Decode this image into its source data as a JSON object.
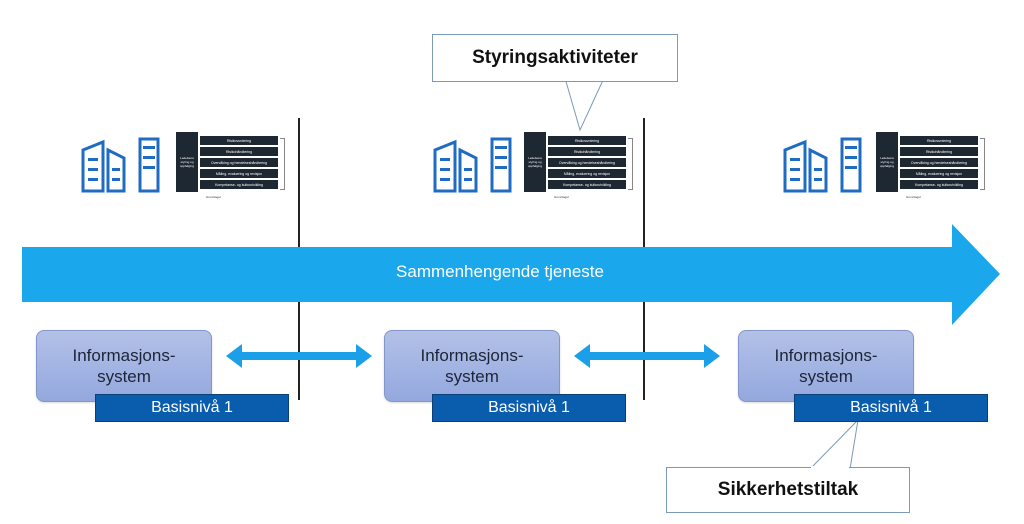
{
  "callouts": {
    "top": "Styringsaktiviteter",
    "bottom": "Sikkerhetstiltak"
  },
  "arrow": {
    "label": "Sammenhengende tjeneste"
  },
  "systems": [
    {
      "label": "Informasjons-system",
      "level": "Basisnivå 1"
    },
    {
      "label": "Informasjons-system",
      "level": "Basisnivå 1"
    },
    {
      "label": "Informasjons-system",
      "level": "Basisnivå 1"
    }
  ],
  "governance": {
    "left": "Ledelsens styring og oppfølging",
    "rows": [
      "Risikovurdering",
      "Risikohåndtering",
      "Overvåking og hendelseshåndtering",
      "Måling, evaluering og revisjon",
      "Kompetanse- og kulturutvikling"
    ],
    "footer": "Grunnlaget"
  },
  "colors": {
    "arrow": "#1aa7ec",
    "double_arrow": "#1a9fe8",
    "building": "#1f6cc2",
    "basis": "#0a5cad",
    "box": "#a5b5e3"
  }
}
